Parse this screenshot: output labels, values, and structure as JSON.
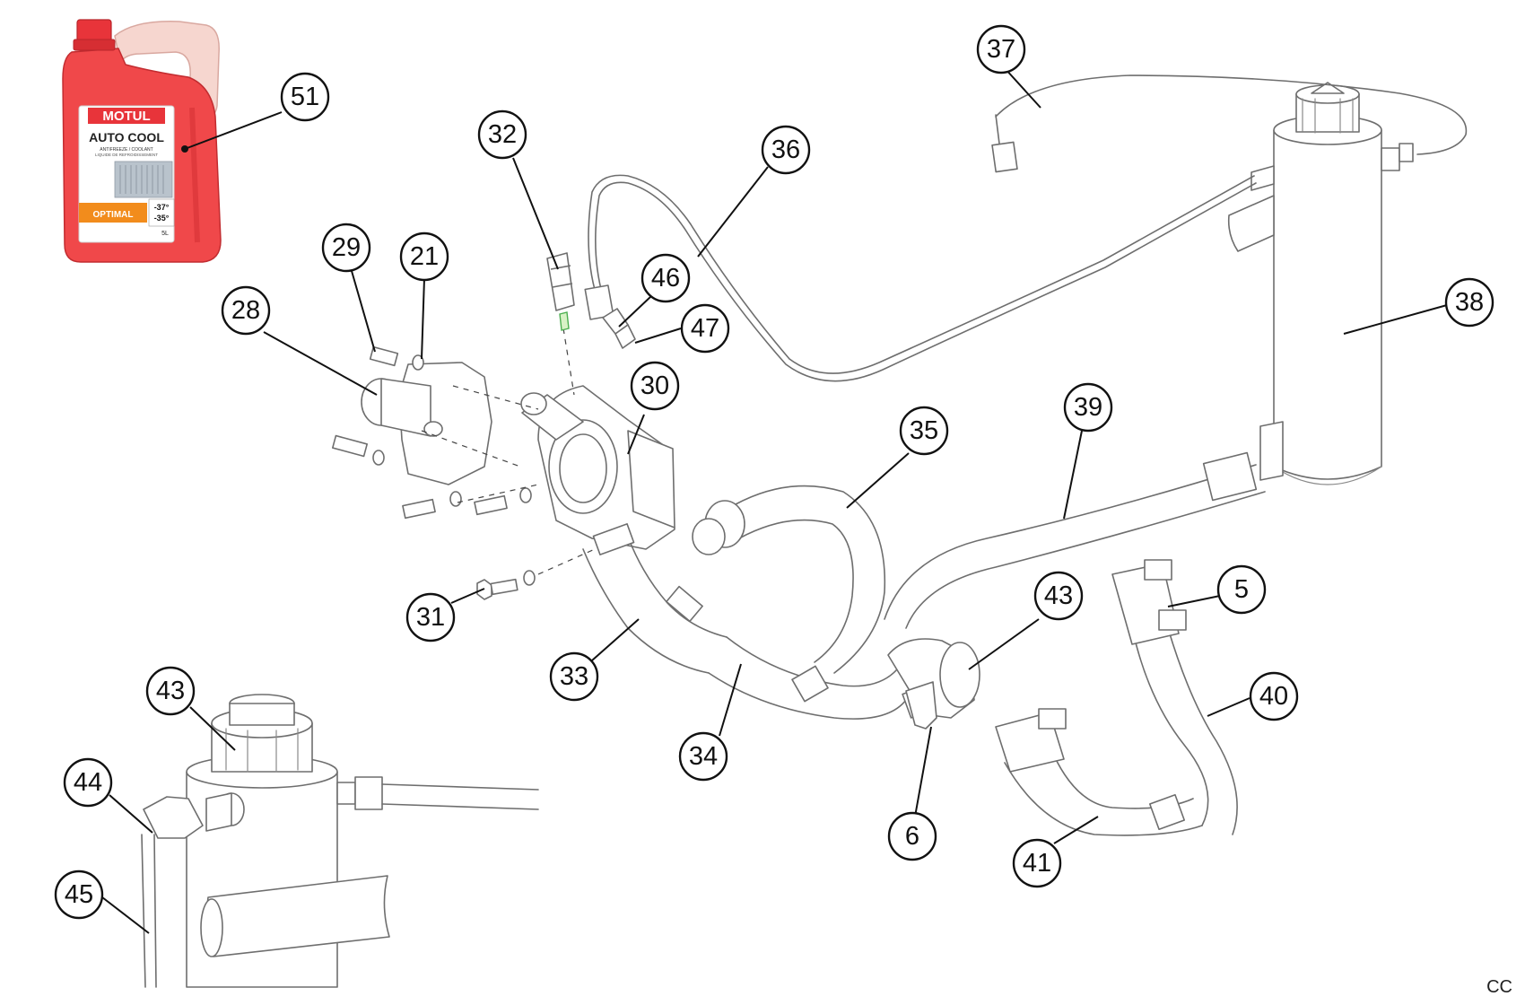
{
  "bottle": {
    "brand": "MOTUL",
    "product": "AUTO COOL",
    "subtitle": "ANTIFREEZE / COOLANT",
    "subtitle2": "LIQUIDE DE REFROIDISSEMENT",
    "grade": "OPTIMAL",
    "temp1": "-37°",
    "temp2": "-35°",
    "volume": "5L",
    "colors": {
      "liquid": "#f0484a",
      "liquid_dark": "#d63236",
      "cap": "#e8343a",
      "handle": "#f6d6cf",
      "band": "#f28c1c",
      "label": "#ffffff"
    }
  },
  "callouts": [
    {
      "id": "c51",
      "label": "51"
    },
    {
      "id": "c32",
      "label": "32"
    },
    {
      "id": "c36",
      "label": "36"
    },
    {
      "id": "c37",
      "label": "37"
    },
    {
      "id": "c29",
      "label": "29"
    },
    {
      "id": "c21",
      "label": "21"
    },
    {
      "id": "c28",
      "label": "28"
    },
    {
      "id": "c46",
      "label": "46"
    },
    {
      "id": "c47",
      "label": "47"
    },
    {
      "id": "c30",
      "label": "30"
    },
    {
      "id": "c38",
      "label": "38"
    },
    {
      "id": "c39",
      "label": "39"
    },
    {
      "id": "c35",
      "label": "35"
    },
    {
      "id": "c5",
      "label": "5"
    },
    {
      "id": "c43a",
      "label": "43"
    },
    {
      "id": "c40",
      "label": "40"
    },
    {
      "id": "c31",
      "label": "31"
    },
    {
      "id": "c33",
      "label": "33"
    },
    {
      "id": "c34",
      "label": "34"
    },
    {
      "id": "c6",
      "label": "6"
    },
    {
      "id": "c41",
      "label": "41"
    },
    {
      "id": "c43b",
      "label": "43"
    },
    {
      "id": "c44",
      "label": "44"
    },
    {
      "id": "c45",
      "label": "45"
    }
  ],
  "corner_mark": "CC"
}
